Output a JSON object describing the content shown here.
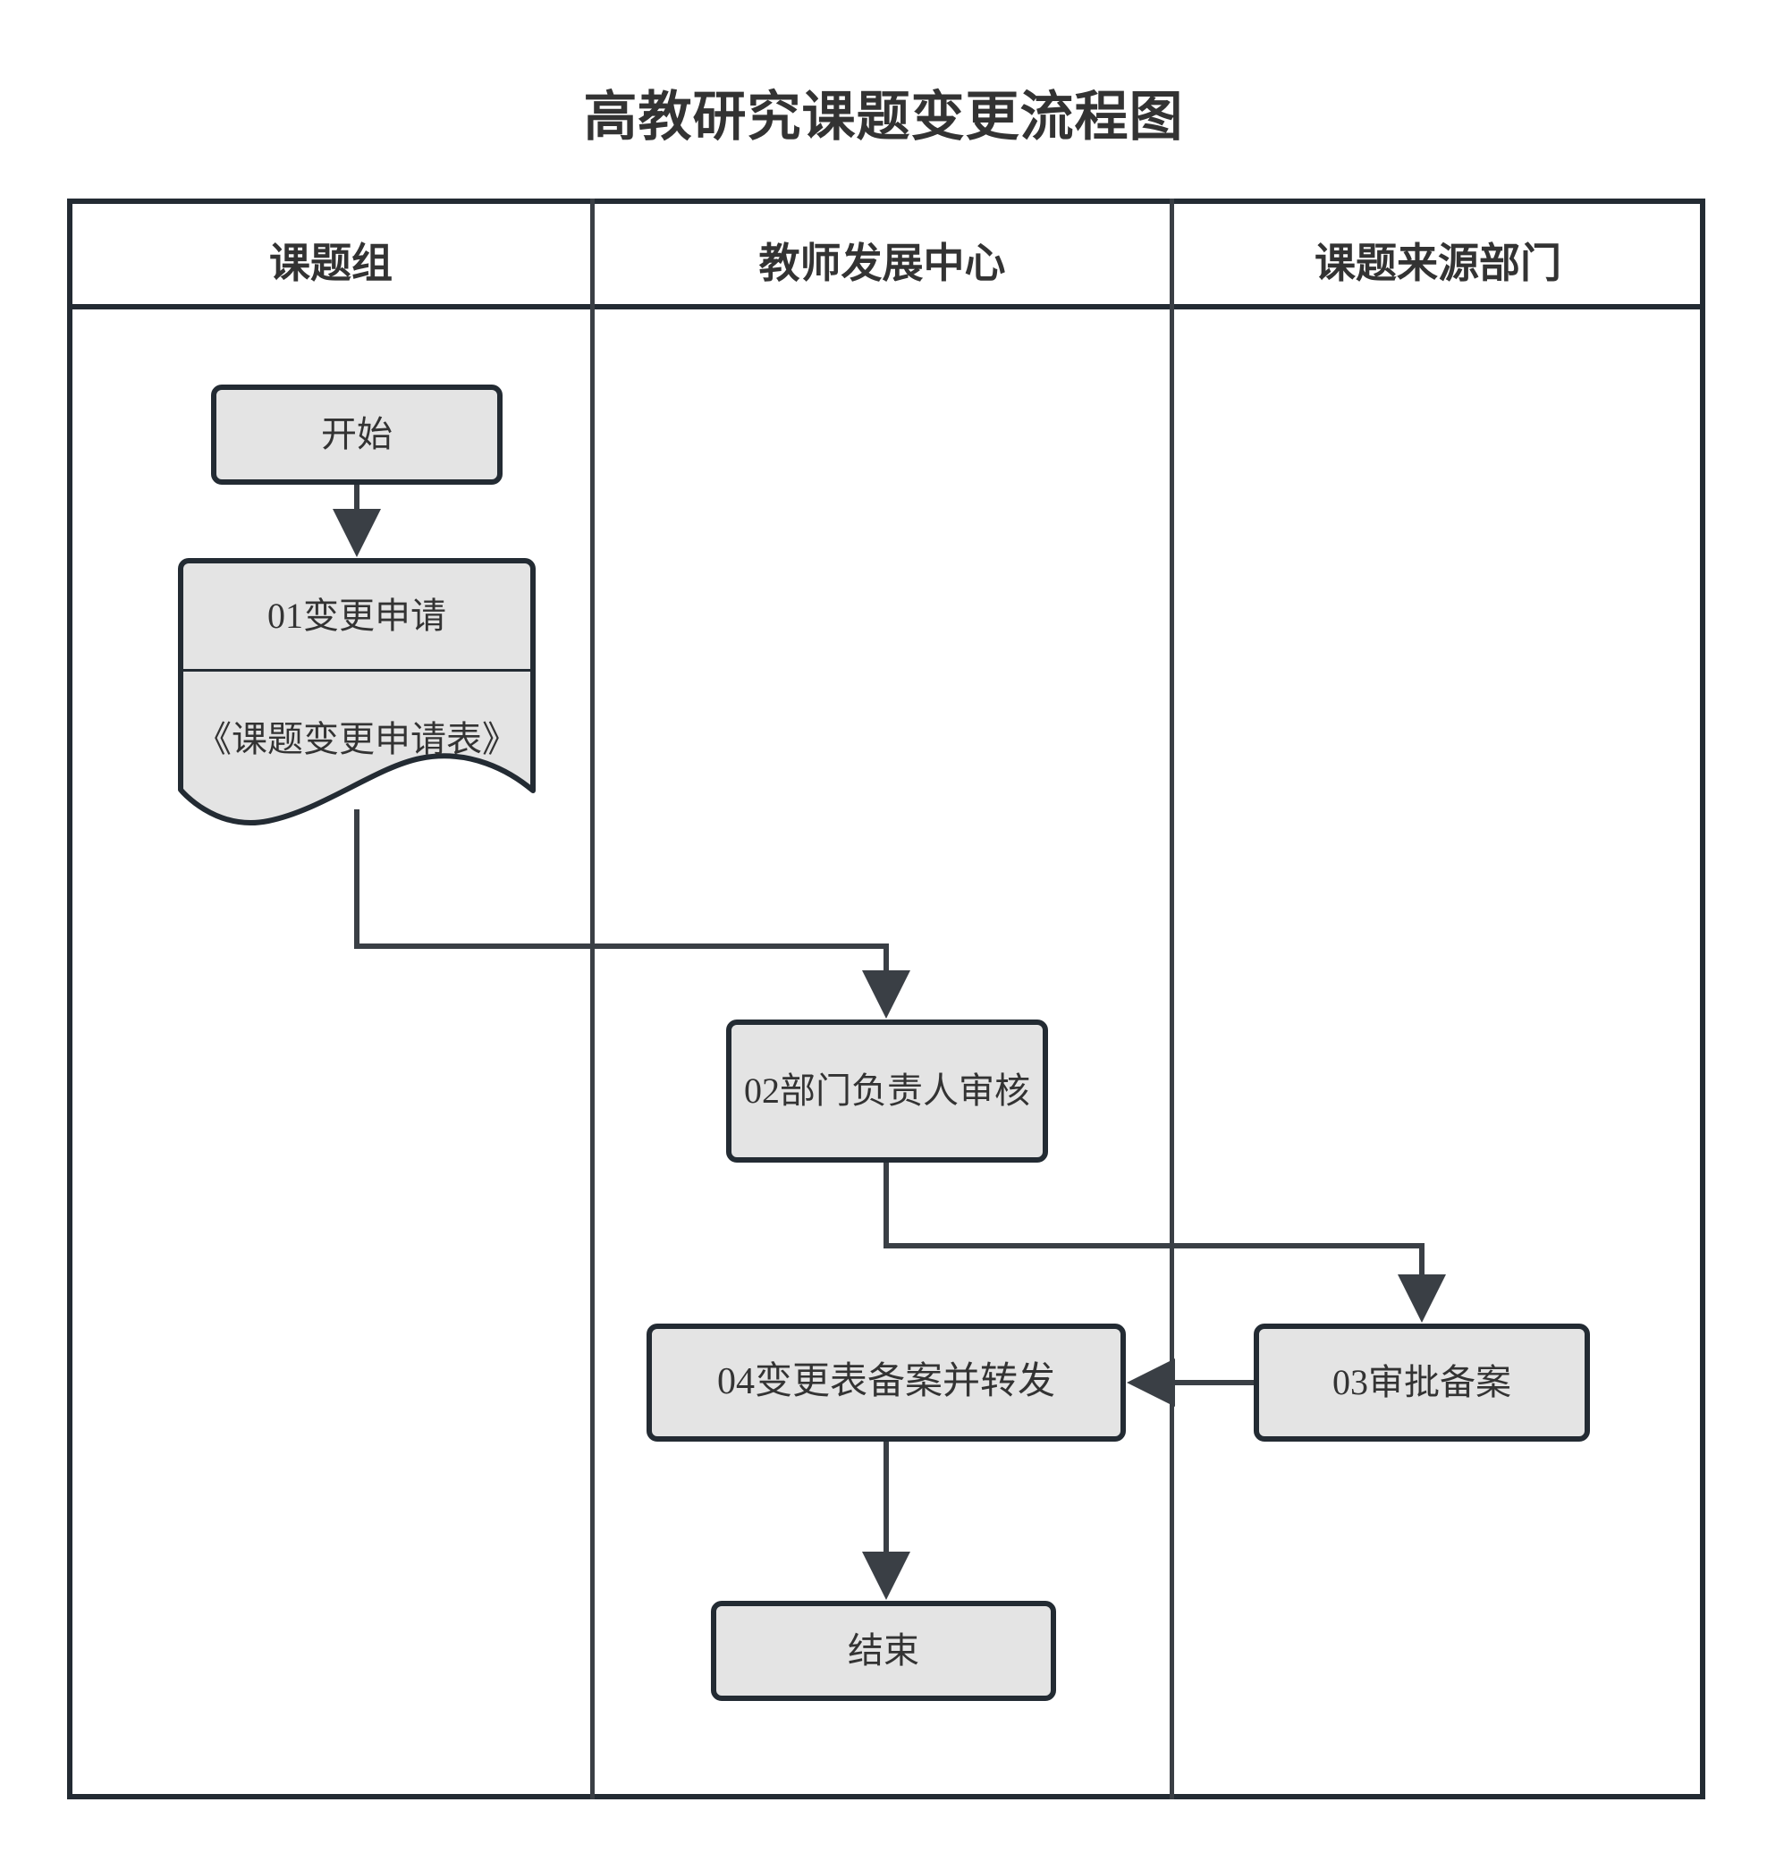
{
  "title": "高教研究课题变更流程图",
  "lanes": [
    {
      "id": "lane-research-group",
      "label": "课题组"
    },
    {
      "id": "lane-teacher-dev-center",
      "label": "教师发展中心"
    },
    {
      "id": "lane-topic-source-dept",
      "label": "课题来源部门"
    }
  ],
  "nodes": {
    "start": {
      "label": "开始",
      "shape": "rounded-rect",
      "lane": 0
    },
    "step01": {
      "label": "01变更申请",
      "shape": "rounded-rect",
      "lane": 0
    },
    "document": {
      "label": "《课题变更申请表》",
      "shape": "document-wave",
      "lane": 0
    },
    "step02": {
      "label": "02部门负责人审核",
      "shape": "rounded-rect",
      "lane": 1
    },
    "step03": {
      "label": "03审批备案",
      "shape": "rounded-rect",
      "lane": 2
    },
    "step04": {
      "label": "04变更表备案并转发",
      "shape": "rounded-rect",
      "lane": 1
    },
    "end": {
      "label": "结束",
      "shape": "rounded-rect",
      "lane": 1
    }
  },
  "edges": [
    {
      "from": "start",
      "to": "step01",
      "label": ""
    },
    {
      "from": "step01",
      "to": "document",
      "label": ""
    },
    {
      "from": "document",
      "to": "step02",
      "label": ""
    },
    {
      "from": "step02",
      "to": "step03",
      "label": ""
    },
    {
      "from": "step03",
      "to": "step04",
      "label": ""
    },
    {
      "from": "step04",
      "to": "end",
      "label": ""
    }
  ],
  "colors": {
    "stroke": "#232b33",
    "node_fill": "#e4e4e4",
    "text": "#333333",
    "background": "#ffffff",
    "divider": "#3a3f45"
  }
}
